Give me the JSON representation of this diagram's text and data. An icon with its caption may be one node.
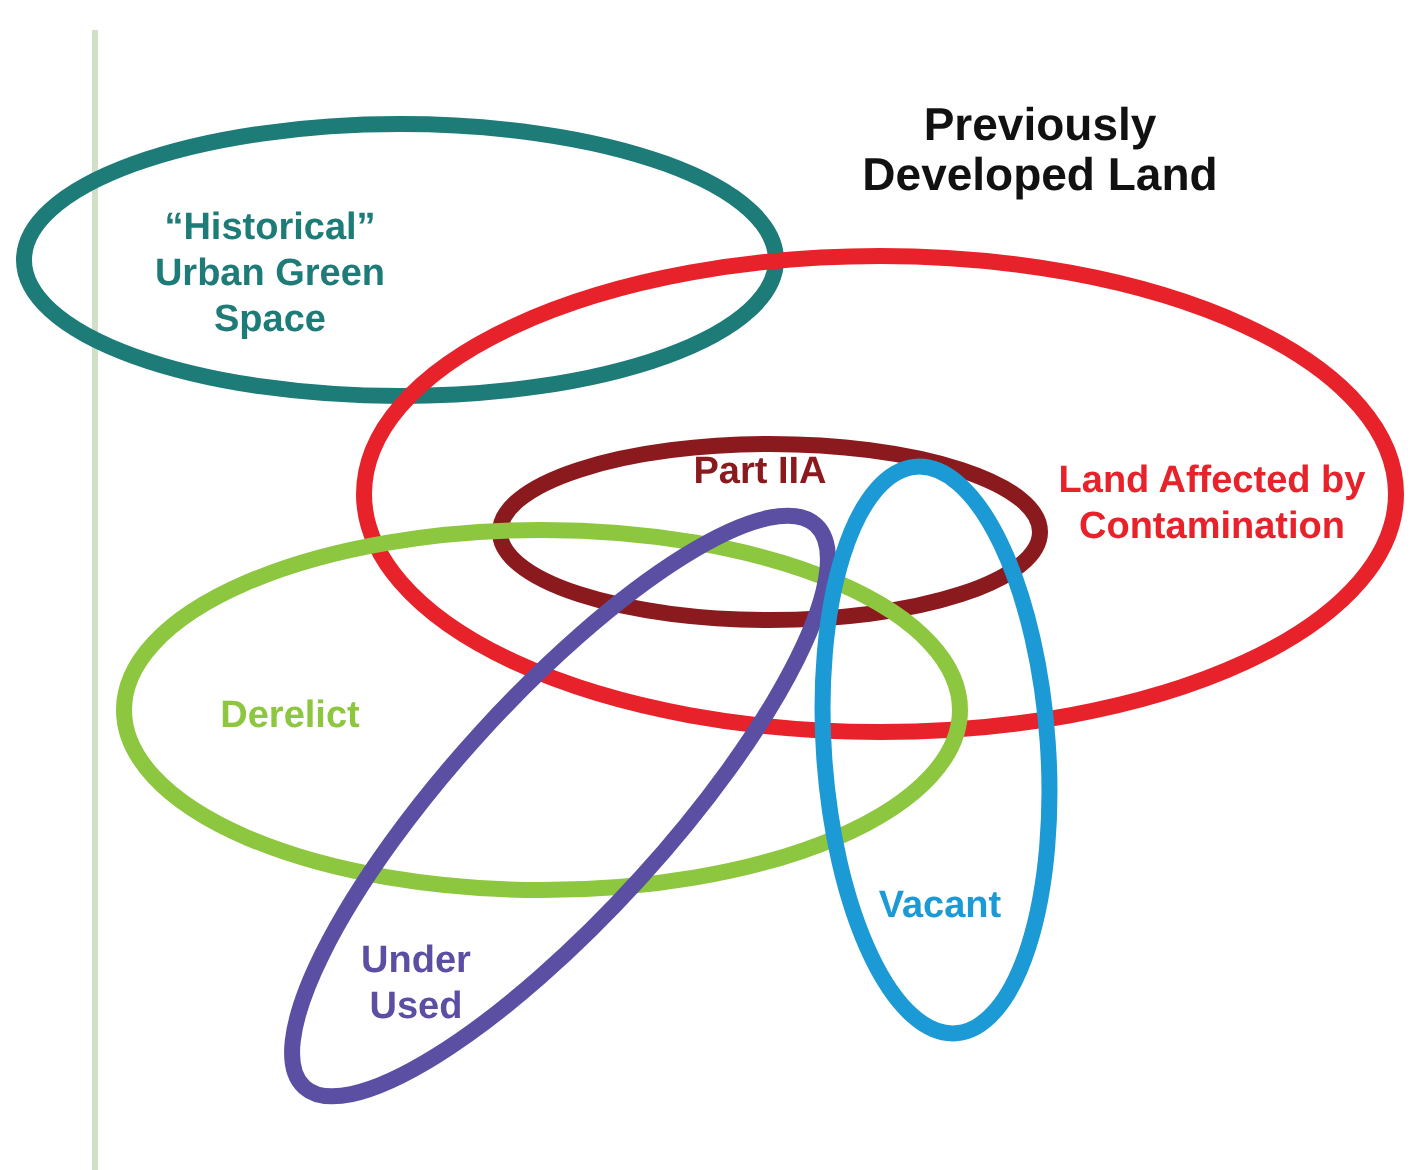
{
  "diagram": {
    "title": "Previously Developed Land",
    "nodes": [
      {
        "text": [
          "“Historical” Urban Green Space"
        ]
      },
      {
        "text": [
          "Land Affected by Contamination"
        ]
      },
      {
        "text": [
          "Part IIA"
        ],
        "in": 1
      },
      {
        "text": [
          "Derelict"
        ]
      },
      {
        "text": [
          "Under Used"
        ]
      },
      {
        "text": [
          "Vacant"
        ]
      }
    ],
    "edges": []
  }
}
